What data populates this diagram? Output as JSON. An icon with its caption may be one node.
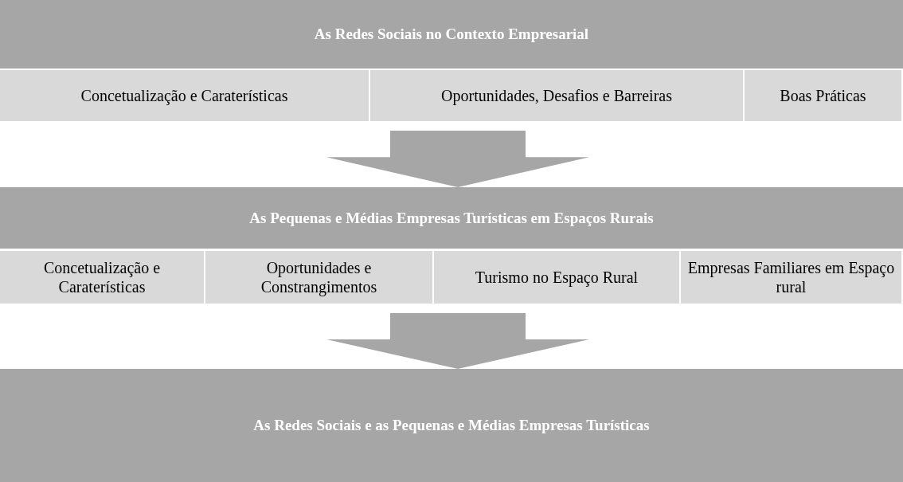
{
  "diagram": {
    "nodes": [
      {
        "text": [
          "As Redes Sociais no Contexto Empresarial"
        ]
      },
      {
        "text": [
          "Concetualização e Caraterísticas"
        ]
      },
      {
        "text": [
          "Oportunidades, Desafios e Barreiras"
        ]
      },
      {
        "text": [
          "Boas Práticas"
        ]
      },
      {
        "text": [
          "As Pequenas e Médias Empresas Turísticas em Espaços Rurais"
        ]
      },
      {
        "text": [
          "Concetualização e Caraterísticas"
        ]
      },
      {
        "text": [
          "Oportunidades e Constrangimentos"
        ]
      },
      {
        "text": [
          "Turismo no Espaço Rural"
        ]
      },
      {
        "text": [
          "Empresas Familiares em Espaço rural"
        ]
      },
      {
        "text": [
          "As Redes Sociais e as Pequenas e Médias Empresas Turísticas"
        ]
      }
    ],
    "edges": [
      {
        "from": 2,
        "to": 4,
        "arrow": "to"
      },
      {
        "from": 7,
        "to": 9,
        "arrow": "to"
      }
    ]
  }
}
